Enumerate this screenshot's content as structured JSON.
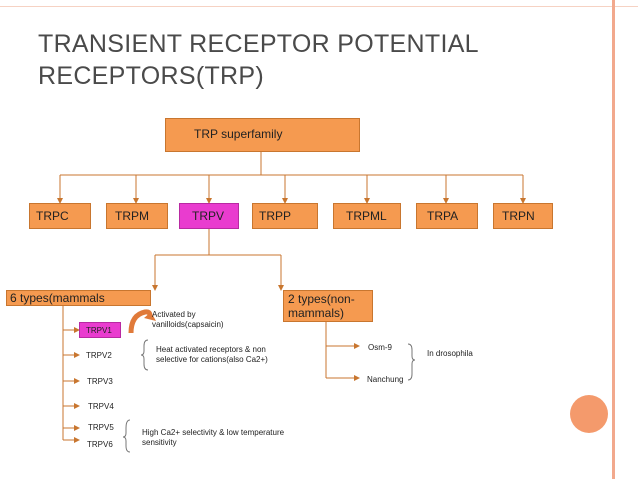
{
  "title": "TRANSIENT RECEPTOR POTENTIAL RECEPTORS(TRP)",
  "superfamily": "TRP superfamily",
  "families": [
    "TRPC",
    "TRPM",
    "TRPV",
    "TRPP",
    "TRPML",
    "TRPA",
    "TRPN"
  ],
  "mammals_box": "6 types(mammals",
  "nonmammals_box": "2 types(non-mammals)",
  "trpv_types": [
    "TRPV1",
    "TRPV2",
    "TRPV3",
    "TRPV4",
    "TRPV5",
    "TRPV6"
  ],
  "notes": {
    "activated": "Activated by vanilloids(capsaicin)",
    "heat": "Heat activated receptors & non selective  for cations(also Ca2+)",
    "high_ca": "High Ca2+ selectivity & low temperature sensitivity",
    "drosophila": "In drosophila"
  },
  "nonmammal_types": [
    "Osm-9",
    "Nanchung"
  ],
  "colors": {
    "box": "#f59a50",
    "highlight": "#e93ccf",
    "accent": "#f49a6c"
  }
}
